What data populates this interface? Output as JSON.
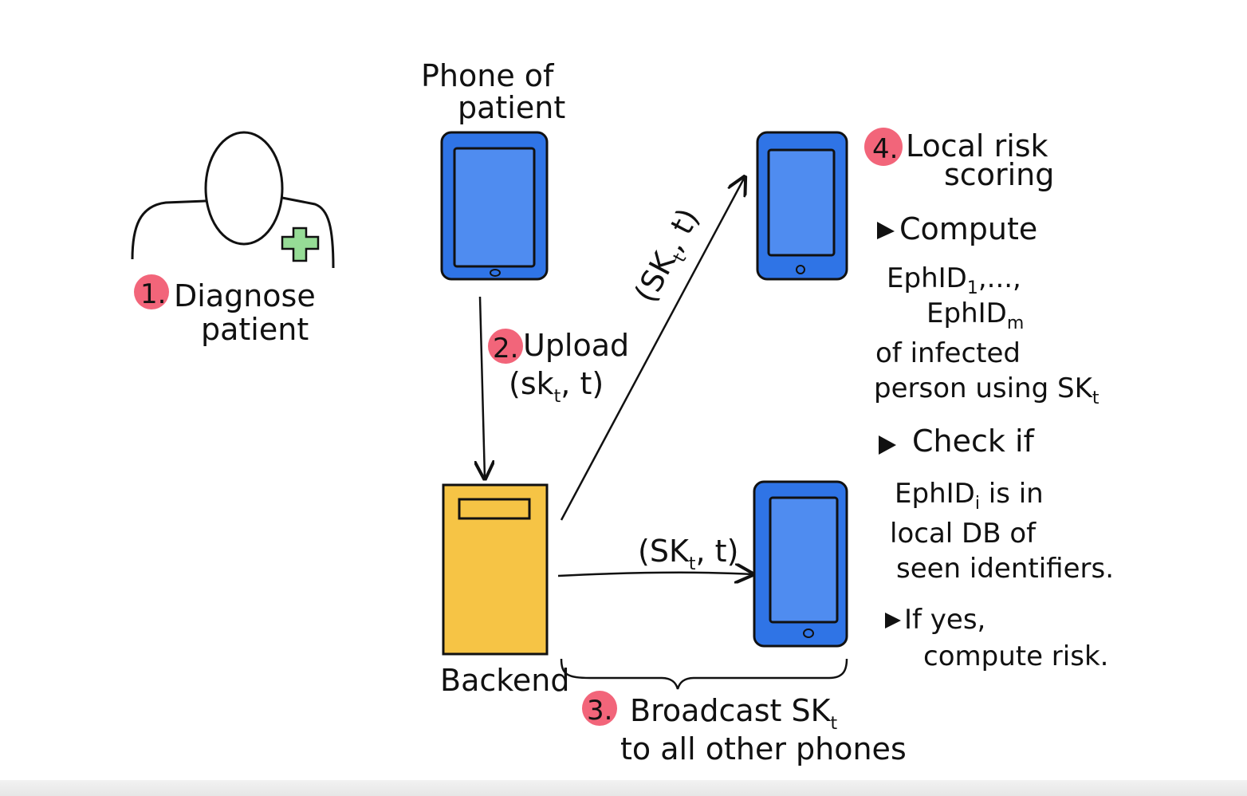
{
  "colors": {
    "phone_blue": "#2f74e6",
    "backend_yellow": "#f6c445",
    "step_red": "#f04a63",
    "cross_green": "#3fbf3f",
    "ink": "#111111"
  },
  "steps": {
    "s1": {
      "num": "1.",
      "line1": "Diagnose",
      "line2": "patient"
    },
    "s2": {
      "num": "2.",
      "line1": "Upload",
      "line2_a": "(sk",
      "line2_sub": "t",
      "line2_b": ", t)"
    },
    "s3": {
      "num": "3.",
      "line1_a": "Broadcast SK",
      "line1_sub": "t",
      "line2": "to all other phones"
    },
    "s4": {
      "num": "4.",
      "line1": "Local risk",
      "line2": "scoring"
    }
  },
  "labels": {
    "phone_of_patient_1": "Phone of",
    "phone_of_patient_2": "patient",
    "backend": "Backend",
    "edge_diag_a": "(SK",
    "edge_diag_sub": "t",
    "edge_diag_b": ", t)",
    "edge_horiz_a": "(SK",
    "edge_horiz_sub": "t",
    "edge_horiz_b": ", t)"
  },
  "notes": {
    "compute": "Compute",
    "ephid_1": "EphID",
    "ephid_1_sub": "1",
    "ephid_1_tail": ",...,",
    "ephid_m": "EphID",
    "ephid_m_sub": "m",
    "infected": "of infected",
    "person_using": "person using SK",
    "person_using_sub": "t",
    "check_if": "Check if",
    "ephid_i": "EphID",
    "ephid_i_sub": "i",
    "ephid_i_tail": " is in",
    "local_db": "local DB of",
    "seen": "seen identifiers.",
    "if_yes": "If yes,",
    "compute_risk": "compute risk."
  }
}
